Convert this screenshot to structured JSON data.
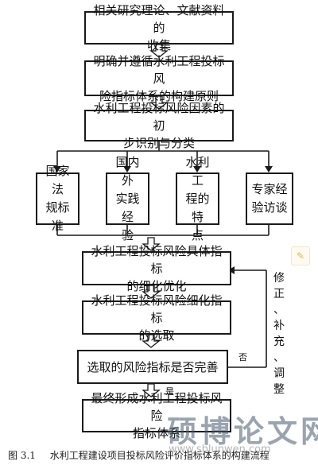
{
  "steps": {
    "s1": [
      "相关研究理论、文献资料的",
      "收集"
    ],
    "s2": [
      "明确并遵循水利工程投标风",
      "险指标体系的构建原则"
    ],
    "s3": [
      "水利工程投标风险因素的初",
      "步识别与分类"
    ],
    "sources": [
      [
        "国家法",
        "规标准"
      ],
      [
        "国内外",
        "实践经",
        "验"
      ],
      [
        "水利工",
        "程的特",
        "点"
      ],
      [
        "专家经",
        "验访谈"
      ]
    ],
    "s4": [
      "水利工程投标风险具体指标",
      "的细化优化"
    ],
    "s5": [
      "水利工程投标风险细化指标",
      "的选取"
    ],
    "s6": [
      "选取的风险指标是否完善"
    ],
    "s7": [
      "最终形成水利工程投标风险",
      "指标体系"
    ]
  },
  "feedback_label": [
    "修",
    "正",
    "、",
    "补",
    "充",
    "、",
    "调",
    "整"
  ],
  "no_label": "否",
  "yes_label": "是",
  "caption": {
    "number": "图 3.1",
    "text": "水利工程建设项目投标风险评价指标体系的构建流程"
  },
  "watermark": {
    "main": "硕博论文网",
    "sub": "www.sblunwen.com"
  }
}
